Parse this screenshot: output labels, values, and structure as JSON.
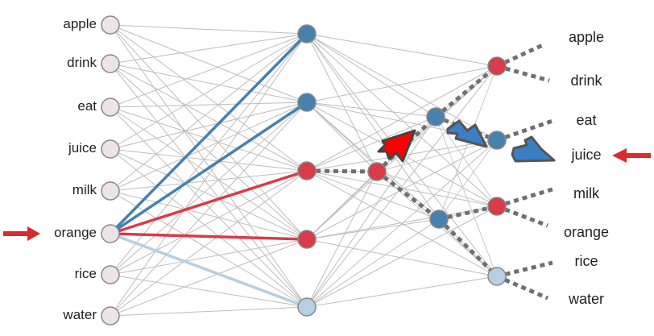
{
  "input_words": [
    "apple",
    "drink",
    "eat",
    "juice",
    "milk",
    "orange",
    "rice",
    "water"
  ],
  "selected_input": "orange",
  "output_words": [
    "apple",
    "drink",
    "eat",
    "juice",
    "milk",
    "orange",
    "rice",
    "water"
  ],
  "selected_output": "juice",
  "colors": {
    "input_node": "#ece4ea",
    "red": "#d93b48",
    "blue": "#4781ad",
    "light_blue": "#b6cfe2",
    "arrow_red": "#ff0000",
    "arrow_blue": "#3a7fc6",
    "pointer": "#d92b2b",
    "dotted": "#707070"
  },
  "hidden1_colors": [
    "blue",
    "blue",
    "red",
    "red",
    "light_blue"
  ],
  "hidden2_colors": [
    "red",
    "blue",
    "blue"
  ],
  "output_node_colors": [
    "red",
    "blue",
    "red",
    "light_blue"
  ]
}
